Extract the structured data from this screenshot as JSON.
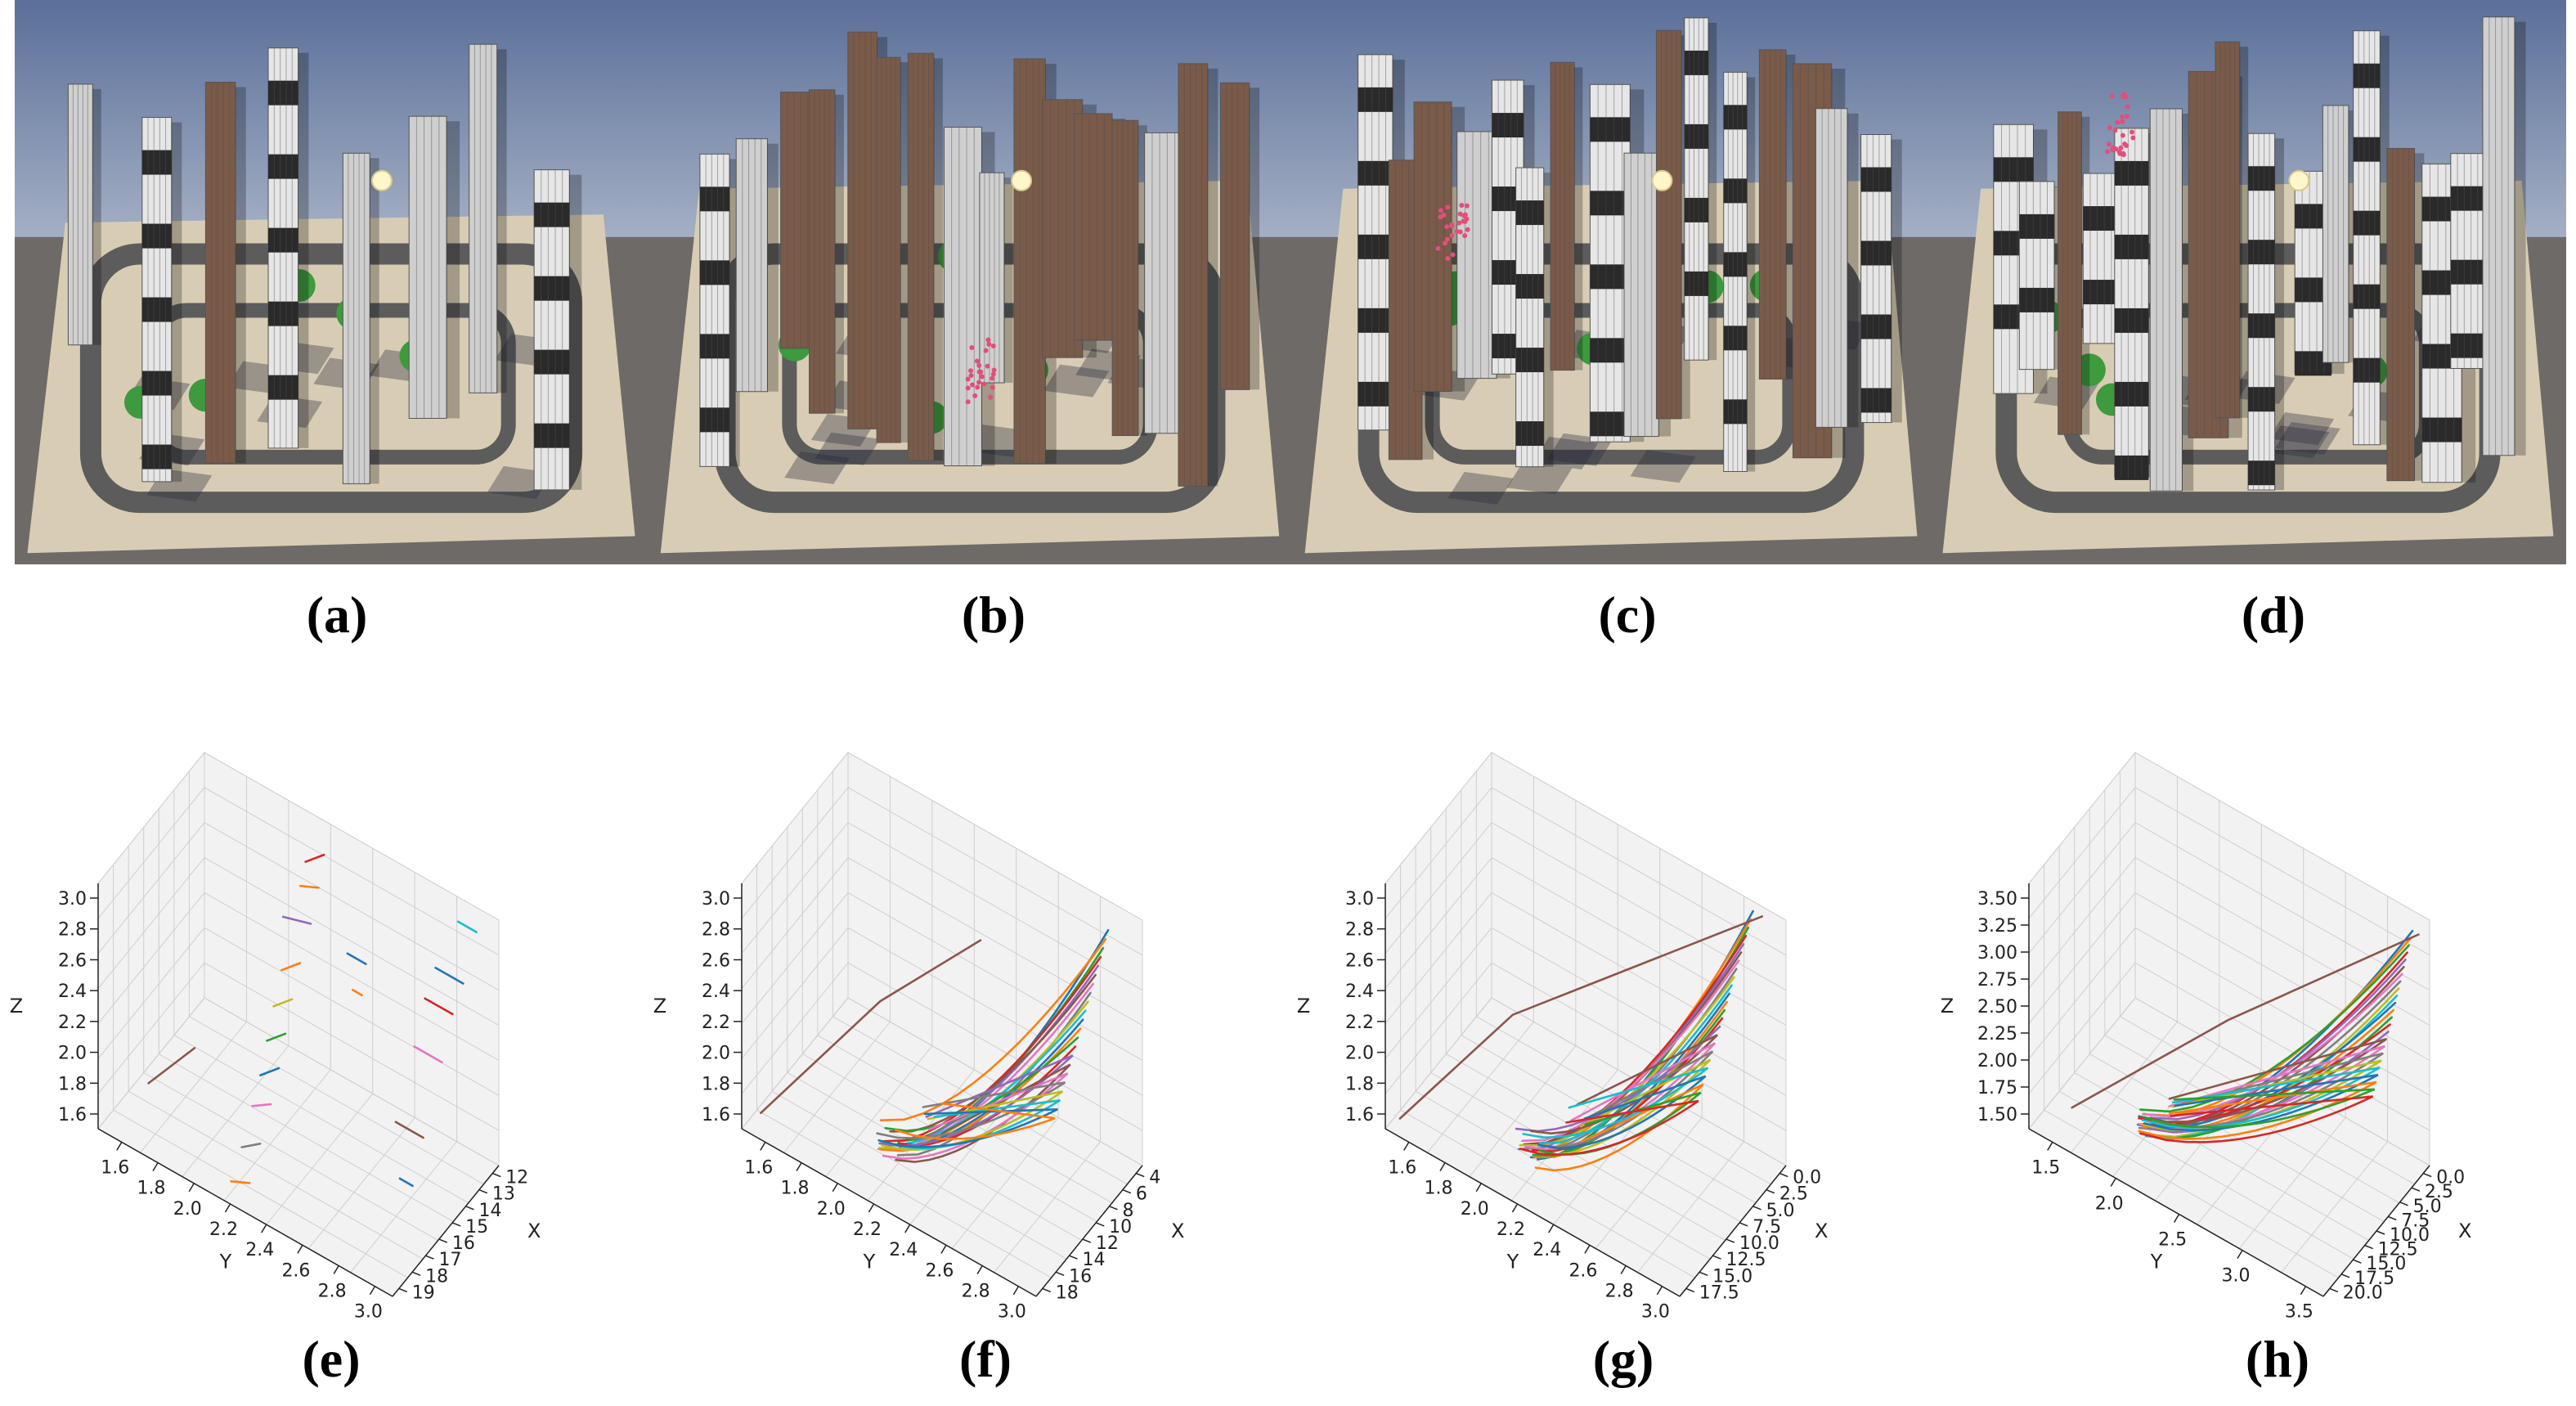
{
  "figure": {
    "top_captions": [
      "(a)",
      "(b)",
      "(c)",
      "(d)"
    ],
    "bottom_captions": [
      "(e)",
      "(f)",
      "(g)",
      "(h)"
    ],
    "scene_icons": [
      "city-scene-3d-render",
      "city-scene-3d-render",
      "city-scene-3d-render",
      "city-scene-3d-render"
    ]
  },
  "colors": {
    "sky_top": "#5a6f99",
    "sky_bottom": "#a9b4c7",
    "ground": "#d8cdb4",
    "road": "#5c5c5c",
    "tree": "#3d9a3d",
    "tower_light": "#e6e6e6",
    "tower_dark": "#2a2a2a",
    "tower_brown": "#7a5a48",
    "series": [
      "#1f77b4",
      "#ff7f0e",
      "#2ca02c",
      "#d62728",
      "#9467bd",
      "#8c564b",
      "#e377c2",
      "#7f7f7f",
      "#bcbd22",
      "#17becf"
    ]
  },
  "chart_data": [
    {
      "type": "line3d",
      "panel": "(e)",
      "xlabel": "X",
      "ylabel": "Y",
      "zlabel": "Z",
      "x_ticks": [
        "12",
        "13",
        "14",
        "15",
        "16",
        "17",
        "18",
        "19"
      ],
      "y_ticks": [
        "1.6",
        "1.8",
        "2.0",
        "2.2",
        "2.4",
        "2.6",
        "2.8",
        "3.0"
      ],
      "z_ticks": [
        "1.6",
        "1.8",
        "2.0",
        "2.2",
        "2.4",
        "2.6",
        "2.8",
        "3.0"
      ],
      "xlim": [
        11.5,
        19.5
      ],
      "ylim": [
        1.5,
        3.1
      ],
      "zlim": [
        1.6,
        3.0
      ],
      "series": [
        {
          "color": "#17becf",
          "points": [
            [
              11.8,
              3.0,
              2.9
            ],
            [
              11.8,
              2.9,
              2.9
            ]
          ]
        },
        {
          "color": "#1f77b4",
          "points": [
            [
              12.8,
              3.0,
              2.7
            ],
            [
              12.8,
              2.85,
              2.7
            ]
          ]
        },
        {
          "color": "#d62728",
          "points": [
            [
              13.6,
              3.0,
              2.6
            ],
            [
              13.6,
              2.85,
              2.6
            ]
          ]
        },
        {
          "color": "#e377c2",
          "points": [
            [
              14.4,
              3.0,
              2.4
            ],
            [
              14.4,
              2.85,
              2.4
            ]
          ]
        },
        {
          "color": "#8c564b",
          "points": [
            [
              15.8,
              3.0,
              2.1
            ],
            [
              15.8,
              2.85,
              2.1
            ]
          ]
        },
        {
          "color": "#1f77b4",
          "points": [
            [
              16.6,
              3.0,
              1.9
            ],
            [
              16.6,
              2.93,
              1.9
            ]
          ]
        },
        {
          "color": "#ff7f0e",
          "points": [
            [
              13.5,
              2.5,
              2.4
            ],
            [
              13.5,
              2.45,
              2.4
            ]
          ]
        },
        {
          "color": "#1f77b4",
          "points": [
            [
              13.2,
              2.5,
              2.55
            ],
            [
              13.2,
              2.4,
              2.55
            ]
          ]
        },
        {
          "color": "#d62728",
          "points": [
            [
              12.2,
              2.2,
              2.9
            ],
            [
              12.2,
              2.1,
              2.8
            ]
          ]
        },
        {
          "color": "#ff7f0e",
          "points": [
            [
              12.6,
              2.2,
              2.75
            ],
            [
              12.6,
              2.1,
              2.7
            ]
          ]
        },
        {
          "color": "#9467bd",
          "points": [
            [
              13.2,
              2.2,
              2.6
            ],
            [
              13.2,
              2.05,
              2.55
            ]
          ]
        },
        {
          "color": "#ff7f0e",
          "points": [
            [
              14.0,
              2.2,
              2.45
            ],
            [
              14.0,
              2.1,
              2.35
            ]
          ]
        },
        {
          "color": "#bcbd22",
          "points": [
            [
              14.6,
              2.2,
              2.3
            ],
            [
              14.6,
              2.1,
              2.2
            ]
          ]
        },
        {
          "color": "#2ca02c",
          "points": [
            [
              15.1,
              2.2,
              2.15
            ],
            [
              15.1,
              2.1,
              2.05
            ]
          ]
        },
        {
          "color": "#1f77b4",
          "points": [
            [
              15.6,
              2.2,
              2.0
            ],
            [
              15.6,
              2.1,
              1.9
            ]
          ]
        },
        {
          "color": "#e377c2",
          "points": [
            [
              16.2,
              2.2,
              1.85
            ],
            [
              16.2,
              2.1,
              1.78
            ]
          ]
        },
        {
          "color": "#7f7f7f",
          "points": [
            [
              17.0,
              2.2,
              1.7
            ],
            [
              17.0,
              2.1,
              1.62
            ]
          ]
        },
        {
          "color": "#ff7f0e",
          "points": [
            [
              17.8,
              2.2,
              1.55
            ],
            [
              17.8,
              2.1,
              1.5
            ]
          ]
        },
        {
          "color": "#8c564b",
          "points": [
            [
              16.4,
              1.8,
              1.95
            ],
            [
              16.4,
              1.55,
              1.6
            ]
          ]
        }
      ]
    },
    {
      "type": "line3d",
      "panel": "(f)",
      "xlabel": "X",
      "ylabel": "Y",
      "zlabel": "Z",
      "x_ticks": [
        "4",
        "6",
        "8",
        "10",
        "12",
        "14",
        "16",
        "18"
      ],
      "y_ticks": [
        "1.6",
        "1.8",
        "2.0",
        "2.2",
        "2.4",
        "2.6",
        "2.8",
        "3.0"
      ],
      "z_ticks": [
        "1.6",
        "1.8",
        "2.0",
        "2.2",
        "2.4",
        "2.6",
        "2.8",
        "3.0"
      ],
      "xlim": [
        3,
        19
      ],
      "ylim": [
        1.5,
        3.1
      ],
      "zlim": [
        1.6,
        3.0
      ],
      "bundle": {
        "n": 22,
        "start_x": 17.0,
        "start_y": 2.2,
        "start_z": 1.75,
        "end_x_range": [
          4,
          12
        ],
        "end_y": 2.95,
        "end_z_range": [
          2.2,
          2.9
        ]
      },
      "outlier": {
        "color": "#8c564b",
        "points": [
          [
            17.5,
            1.55,
            1.65
          ],
          [
            12,
            2.0,
            2.3
          ],
          [
            8,
            2.4,
            2.7
          ]
        ]
      }
    },
    {
      "type": "line3d",
      "panel": "(g)",
      "xlabel": "X",
      "ylabel": "Y",
      "zlabel": "Z",
      "x_ticks": [
        "0.0",
        "2.5",
        "5.0",
        "7.5",
        "10.0",
        "12.5",
        "15.0",
        "17.5"
      ],
      "y_ticks": [
        "1.6",
        "1.8",
        "2.0",
        "2.2",
        "2.4",
        "2.6",
        "2.8",
        "3.0"
      ],
      "z_ticks": [
        "1.6",
        "1.8",
        "2.0",
        "2.2",
        "2.4",
        "2.6",
        "2.8",
        "3.0"
      ],
      "xlim": [
        -1,
        18.5
      ],
      "ylim": [
        1.5,
        3.1
      ],
      "zlim": [
        1.6,
        3.0
      ],
      "bundle": {
        "n": 24,
        "start_x": 16.5,
        "start_y": 2.2,
        "start_z": 1.75,
        "end_x_range": [
          0,
          10
        ],
        "end_y": 2.95,
        "end_z_range": [
          2.3,
          3.0
        ]
      },
      "outlier": {
        "color": "#8c564b",
        "points": [
          [
            17.5,
            1.55,
            1.65
          ],
          [
            12,
            2.0,
            2.3
          ],
          [
            0,
            3.0,
            3.0
          ]
        ]
      }
    },
    {
      "type": "line3d",
      "panel": "(h)",
      "xlabel": "X",
      "ylabel": "Y",
      "zlabel": "Z",
      "x_ticks": [
        "0.0",
        "2.5",
        "5.0",
        "7.5",
        "10.0",
        "12.5",
        "15.0",
        "17.5",
        "20.0"
      ],
      "y_ticks": [
        "1.5",
        "2.0",
        "2.5",
        "3.0",
        "3.5"
      ],
      "z_ticks": [
        "1.50",
        "1.75",
        "2.00",
        "2.25",
        "2.50",
        "2.75",
        "3.00",
        "3.25",
        "3.50"
      ],
      "xlim": [
        -1,
        20.5
      ],
      "ylim": [
        1.3,
        3.7
      ],
      "zlim": [
        1.5,
        3.6
      ],
      "bundle": {
        "n": 24,
        "start_x": 17.5,
        "start_y": 2.1,
        "start_z": 1.75,
        "end_x_range": [
          0,
          8
        ],
        "end_y": 3.6,
        "end_z_range": [
          2.5,
          3.5
        ]
      },
      "outlier": {
        "color": "#8c564b",
        "points": [
          [
            18,
            1.55,
            1.7
          ],
          [
            10,
            2.5,
            2.6
          ],
          [
            0,
            3.65,
            3.5
          ]
        ]
      }
    }
  ]
}
